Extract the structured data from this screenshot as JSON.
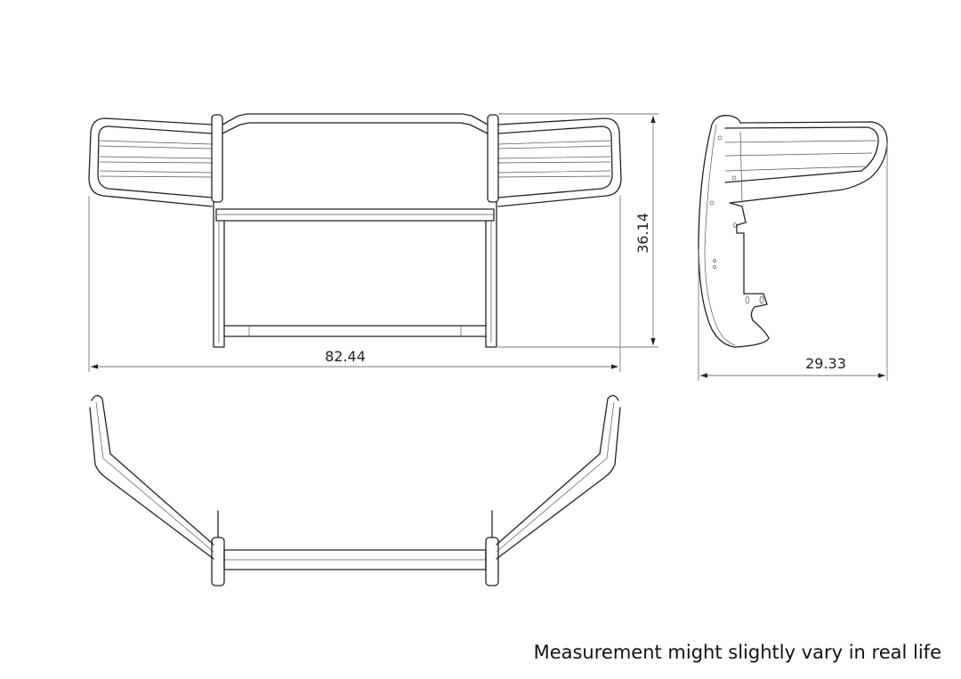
{
  "dimensions": {
    "front_width": "82.44",
    "front_height": "36.14",
    "side_depth": "29.33"
  },
  "note": "Measurement might slightly vary in real life",
  "colors": {
    "line": "#222222",
    "background": "#ffffff"
  }
}
